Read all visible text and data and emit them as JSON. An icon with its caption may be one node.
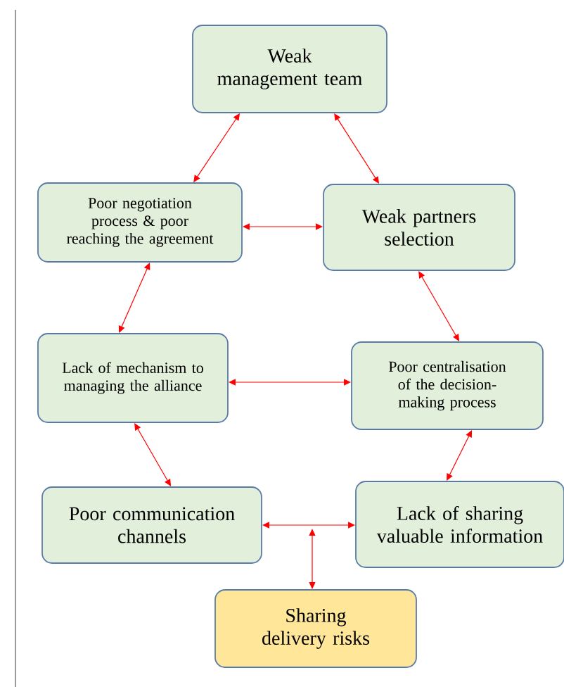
{
  "diagram": {
    "nodes": [
      {
        "text": [
          "Weak management team"
        ]
      },
      {
        "text": [
          "Poor negotiation process & poor reaching the agreement"
        ]
      },
      {
        "text": [
          "Weak partners selection"
        ]
      },
      {
        "text": [
          "Lack of mechanism to managing the alliance"
        ]
      },
      {
        "text": [
          "Poor centralisation of the decision-making process"
        ]
      },
      {
        "text": [
          "Poor communication channels"
        ]
      },
      {
        "text": [
          "Lack of sharing valuable information"
        ]
      },
      {
        "text": [
          "Sharing delivery risks"
        ]
      }
    ],
    "edges": [
      {
        "from": 0,
        "to": 1,
        "arrow": "both"
      },
      {
        "from": 0,
        "to": 2,
        "arrow": "both"
      },
      {
        "from": 1,
        "to": 2,
        "arrow": "both"
      },
      {
        "from": 1,
        "to": 3,
        "arrow": "both"
      },
      {
        "from": 2,
        "to": 4,
        "arrow": "both"
      },
      {
        "from": 3,
        "to": 4,
        "arrow": "both"
      },
      {
        "from": 3,
        "to": 5,
        "arrow": "both"
      },
      {
        "from": 4,
        "to": 6,
        "arrow": "both"
      },
      {
        "from": 5,
        "to": 6,
        "arrow": "both"
      },
      {
        "from": null,
        "to": 7,
        "arrow": "both"
      }
    ]
  }
}
